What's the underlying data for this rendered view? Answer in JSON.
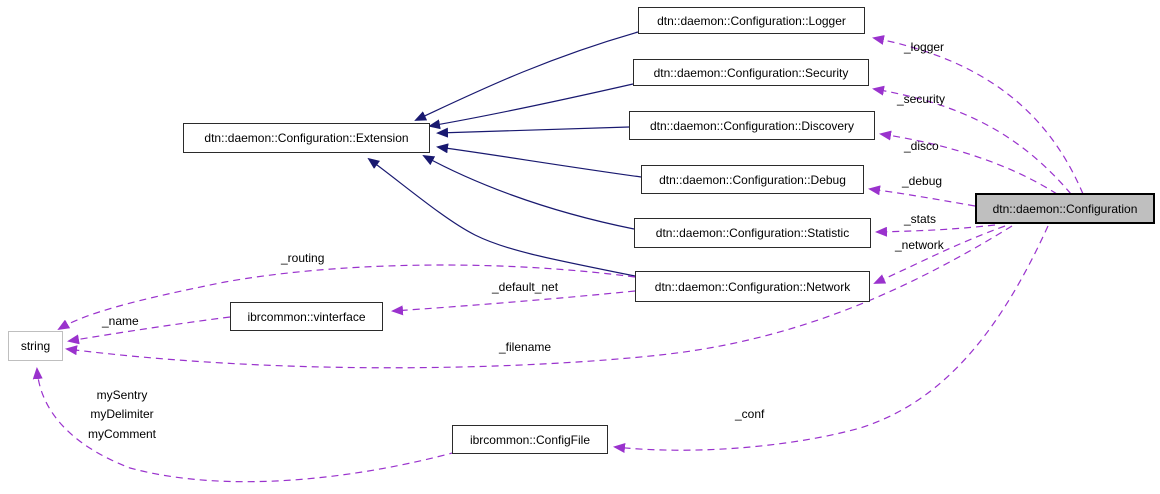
{
  "diagram": {
    "type": "doxygen-collaboration-graph",
    "nodes": {
      "logger": {
        "label": "dtn::daemon::Configuration::Logger"
      },
      "security": {
        "label": "dtn::daemon::Configuration::Security"
      },
      "discovery": {
        "label": "dtn::daemon::Configuration::Discovery"
      },
      "debug": {
        "label": "dtn::daemon::Configuration::Debug"
      },
      "statistic": {
        "label": "dtn::daemon::Configuration::Statistic"
      },
      "network": {
        "label": "dtn::daemon::Configuration::Network"
      },
      "extension": {
        "label": "dtn::daemon::Configuration::Extension"
      },
      "vinterface": {
        "label": "ibrcommon::vinterface"
      },
      "string": {
        "label": "string"
      },
      "configfile": {
        "label": "ibrcommon::ConfigFile"
      },
      "configuration": {
        "label": "dtn::daemon::Configuration"
      }
    },
    "edge_labels": {
      "logger": "_logger",
      "security": "_security",
      "disco": "_disco",
      "debug": "_debug",
      "stats": "_stats",
      "network": "_network",
      "routing": "_routing",
      "default_net": "_default_net",
      "name": "_name",
      "filename": "_filename",
      "conf": "_conf",
      "config_members": [
        "mySentry",
        "myDelimiter",
        "myComment"
      ]
    },
    "edges": [
      {
        "from": "logger",
        "to": "extension",
        "style": "inheritance"
      },
      {
        "from": "security",
        "to": "extension",
        "style": "inheritance"
      },
      {
        "from": "discovery",
        "to": "extension",
        "style": "inheritance"
      },
      {
        "from": "debug",
        "to": "extension",
        "style": "inheritance"
      },
      {
        "from": "statistic",
        "to": "extension",
        "style": "inheritance"
      },
      {
        "from": "network",
        "to": "extension",
        "style": "inheritance"
      },
      {
        "from": "configuration",
        "to": "logger",
        "style": "usage",
        "label": "_logger"
      },
      {
        "from": "configuration",
        "to": "security",
        "style": "usage",
        "label": "_security"
      },
      {
        "from": "configuration",
        "to": "discovery",
        "style": "usage",
        "label": "_disco"
      },
      {
        "from": "configuration",
        "to": "debug",
        "style": "usage",
        "label": "_debug"
      },
      {
        "from": "configuration",
        "to": "statistic",
        "style": "usage",
        "label": "_stats"
      },
      {
        "from": "configuration",
        "to": "network",
        "style": "usage",
        "label": "_network"
      },
      {
        "from": "configuration",
        "to": "string",
        "style": "usage",
        "label": "_filename"
      },
      {
        "from": "configuration",
        "to": "configfile",
        "style": "usage",
        "label": "_conf"
      },
      {
        "from": "network",
        "to": "string",
        "style": "usage",
        "label": "_routing"
      },
      {
        "from": "network",
        "to": "vinterface",
        "style": "usage",
        "label": "_default_net"
      },
      {
        "from": "vinterface",
        "to": "string",
        "style": "usage",
        "label": "_name"
      },
      {
        "from": "configfile",
        "to": "string",
        "style": "usage",
        "label": "mySentry myDelimiter myComment"
      }
    ],
    "colors": {
      "inheritance_edge": "#191970",
      "usage_edge": "#9a32cd",
      "highlight_fill": "#bfbfbf",
      "node_border": "#2b2b2b",
      "external_node_border": "#bfbfbf",
      "background": "#ffffff"
    }
  }
}
